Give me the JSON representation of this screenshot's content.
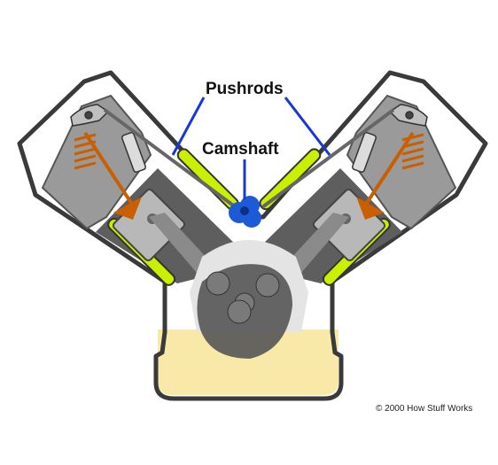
{
  "labels": {
    "pushrods": "Pushrods",
    "camshaft": "Camshaft",
    "copyright": "© 2000 How Stuff Works"
  },
  "colors": {
    "block_outline": "#3a3a3a",
    "block_fill": "#ffffff",
    "head_fill": "#9a9a9a",
    "cylinder_dark": "#5e5e5e",
    "piston": "#b8b8b8",
    "coolant_band": "#c8f000",
    "oil_sump": "#f8e9a8",
    "camshaft": "#1d5bd6",
    "callout_line": "#1737d8",
    "valve_spring": "#c95f00",
    "crank": "#555555"
  },
  "icons": {
    "rocker_arm": "rocker-arm-icon",
    "spark_plug": "spark-plug-icon",
    "valve_spring": "valve-spring-icon"
  }
}
